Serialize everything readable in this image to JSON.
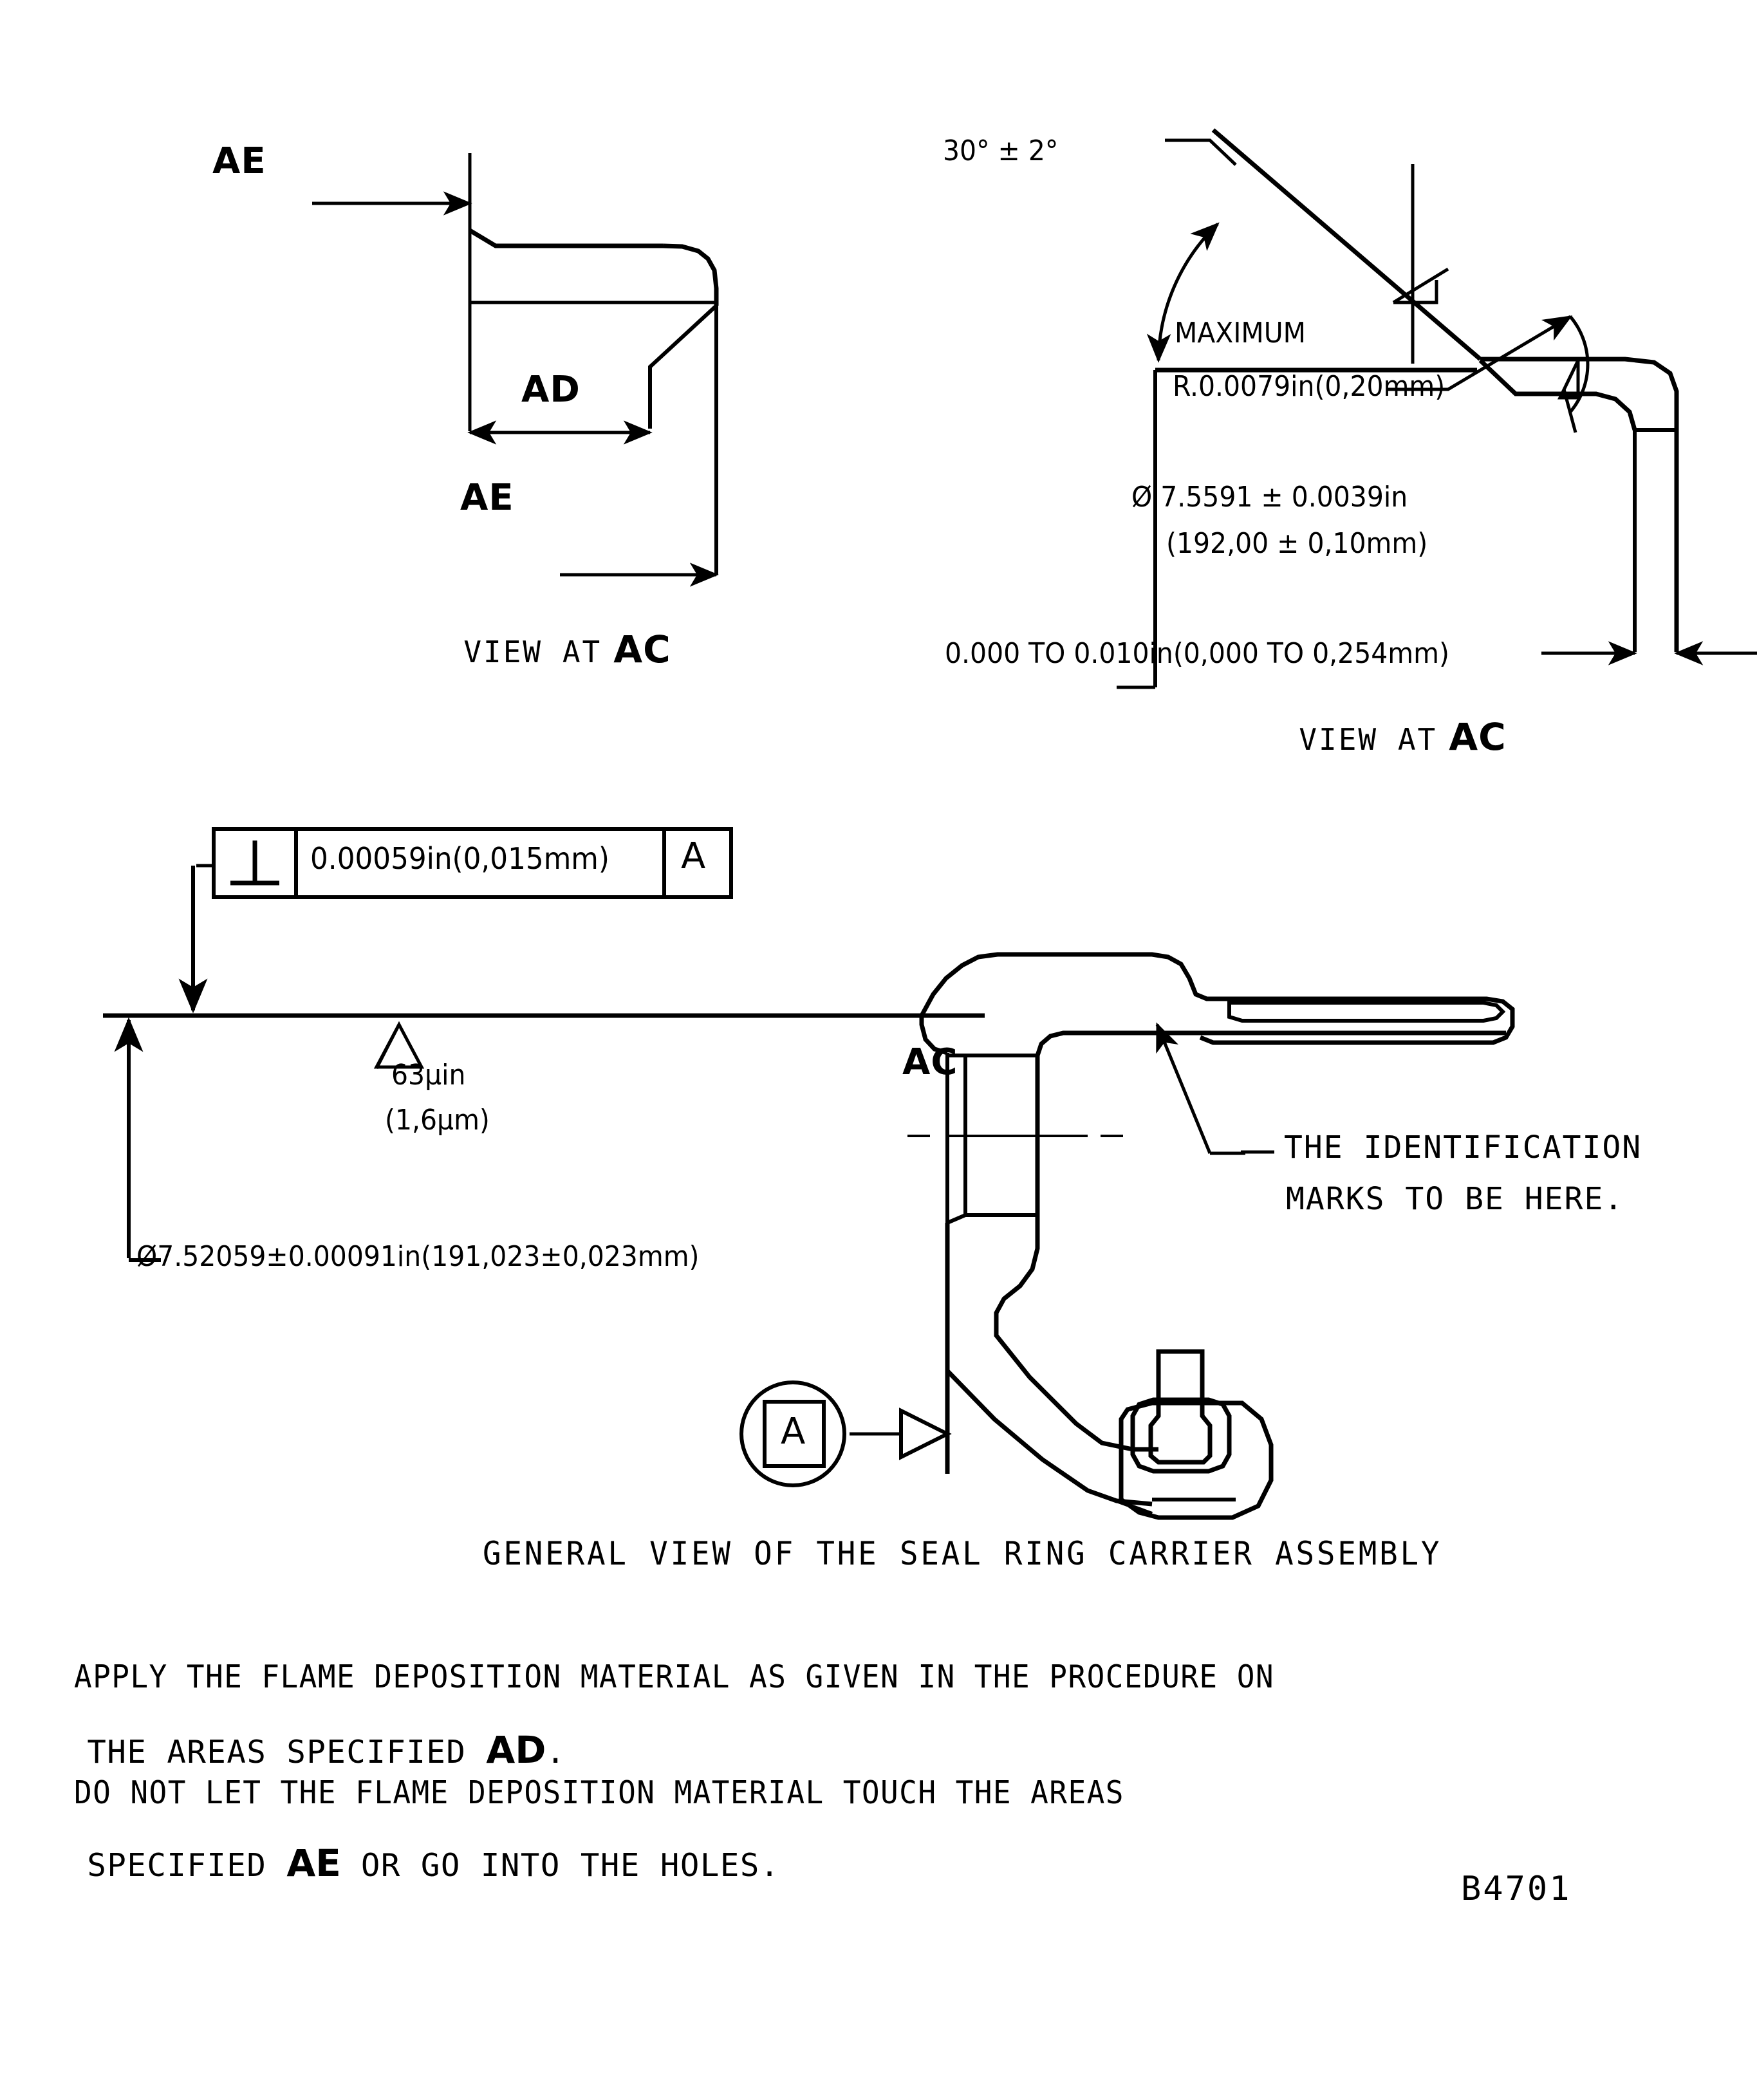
{
  "drawing": {
    "drawing_number": "B4701",
    "caption": "GENERAL VIEW OF THE SEAL RING CARRIER ASSEMBLY"
  },
  "view_ac_left": {
    "title_prefix": "VIEW AT",
    "title_zone": "AC",
    "label_ae_top": "AE",
    "label_ad": "AD",
    "label_ae_bottom": "AE"
  },
  "view_ac_right": {
    "title_prefix": "VIEW AT",
    "title_zone": "AC",
    "angle": "30° ± 2°",
    "radius_label": "MAXIMUM",
    "radius_value": "R.0.0079in(0,20mm)",
    "diameter_in": "Ø 7.5591 ± 0.0039in",
    "diameter_mm": "(192,00 ± 0,10mm)",
    "offset_range": "0.000 TO 0.010in(0,000 TO 0,254mm)"
  },
  "general_view": {
    "fcf": {
      "symbol_name": "perpendicularity-symbol",
      "tolerance": "0.00059in(0,015mm)",
      "datum": "A"
    },
    "surface_finish": {
      "value_in": "63μin",
      "value_mm": "(1,6μm)"
    },
    "diameter_dim": "Ø7.52059±0.00091in(191,023±0,023mm)",
    "zone_label_ac": "AC",
    "datum_feature": "A",
    "identification_note_line1": "THE IDENTIFICATION",
    "identification_note_line2": "MARKS TO BE HERE."
  },
  "notes": {
    "line1": "APPLY THE FLAME DEPOSITION MATERIAL AS GIVEN IN THE PROCEDURE ON",
    "line2_a": "THE AREAS SPECIFIED ",
    "line2_zone": "AD",
    "line2_b": ".",
    "line3": "DO NOT LET THE FLAME DEPOSITION MATERIAL TOUCH THE AREAS",
    "line4_a": "SPECIFIED ",
    "line4_zone": "AE",
    "line4_b": " OR GO INTO THE HOLES."
  },
  "style": {
    "ink": "#000000",
    "paper": "#ffffff"
  }
}
